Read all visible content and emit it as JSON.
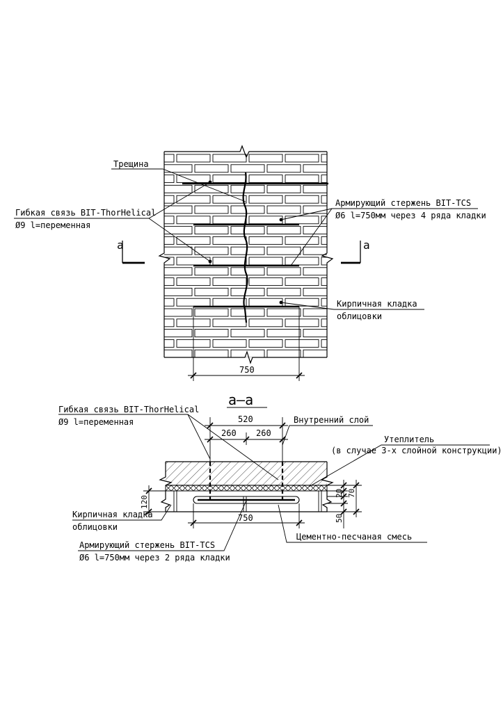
{
  "elevation": {
    "crack_label": "Трещина",
    "tie_label_line1": "Гибкая связь BIT-ThorHelical",
    "tie_label_line2": "Ø9 l=переменная",
    "rod_label_line1": "Армирующий стержень BIT-TCS",
    "rod_label_line2": "Ø6 l=750мм через 4 ряда кладки",
    "masonry_label_line1": "Кирпичная кладка",
    "masonry_label_line2": "облицовки",
    "section_mark_left": "а",
    "section_mark_right": "а",
    "dim_750": "750"
  },
  "section": {
    "title": "а–а",
    "tie_label_line1": "Гибкая связь BIT-ThorHelical",
    "tie_label_line2": "Ø9 l=переменная",
    "inner_layer_label": "Внутренний слой",
    "insulation_label_line1": "Утеплитель",
    "insulation_label_line2": "(в случае 3-х слойной конструкции)",
    "masonry_label_line1": "Кирпичная кладка",
    "masonry_label_line2": "облицовки",
    "rod_label_line1": "Армирующий стержень BIT-TCS",
    "rod_label_line2": "Ø6 l=750мм через 2 ряда кладки",
    "mortar_label": "Цементно-песчаная смесь",
    "dim_520": "520",
    "dim_260_left": "260",
    "dim_260_right": "260",
    "dim_750": "750",
    "dim_120": "120",
    "dim_20": "20",
    "dim_70": "70",
    "dim_50": "50"
  }
}
